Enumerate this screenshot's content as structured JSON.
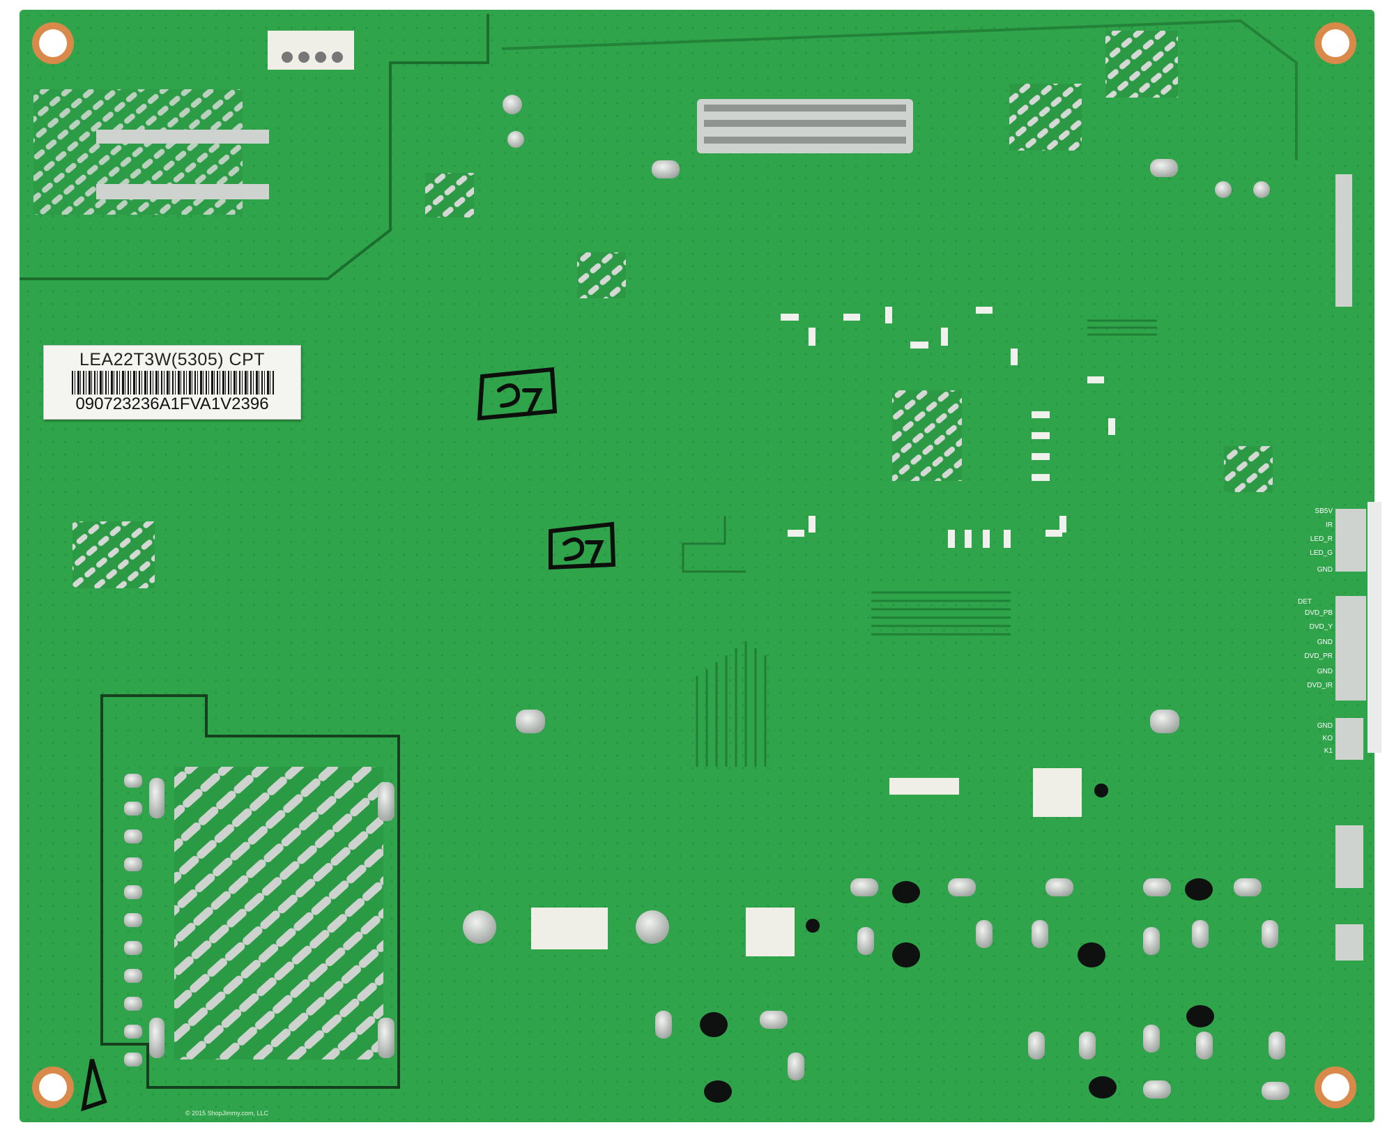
{
  "sticker": {
    "model": "LEA22T3W(5305) CPT",
    "serial": "090723236A1FVA1V2396"
  },
  "connector_labels": [
    "SB5V",
    "IR",
    "LED_R",
    "LED_G",
    "GND",
    "DET",
    "DVD_PB",
    "DVD_Y",
    "GND",
    "DVD_PR",
    "GND",
    "DVD_IR",
    "GND",
    "KO",
    "K1"
  ],
  "copyright": "© 2015 ShopJimmy.com, LLC",
  "colors": {
    "board": "#2fa44a",
    "board_dark": "#1e7d34",
    "solder": "#c8ccc8",
    "sticker": "#f4f4f1"
  }
}
